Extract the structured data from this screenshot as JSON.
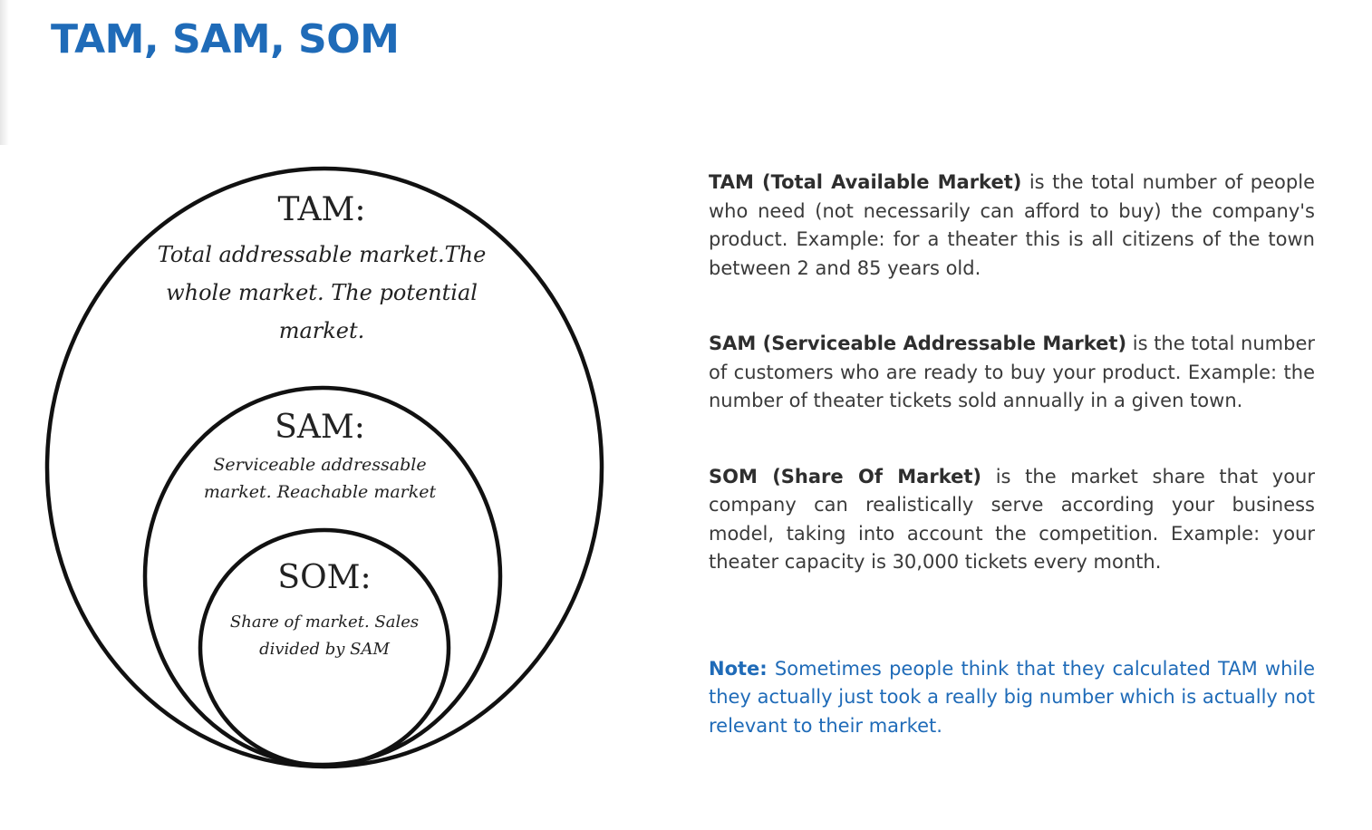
{
  "page": {
    "title": "TAM, SAM, SOM"
  },
  "diagram": {
    "tam": {
      "title": "TAM:",
      "description": "Total addressable market.The whole market. The potential market."
    },
    "sam": {
      "title": "SAM:",
      "description": "Serviceable addressable market. Reachable market"
    },
    "som": {
      "title": "SOM:",
      "description": "Share of market. Sales divided by SAM"
    }
  },
  "definitions": {
    "tam": {
      "term": "TAM (Total Available Market)",
      "text": " is the total number of people who need (not necessarily can afford to buy) the company's product. Example: for a theater this is all citizens of the town between 2 and 85 years old."
    },
    "sam": {
      "term": "SAM (Serviceable Addressable Market)",
      "text": " is the total number of customers who are ready to buy your product. Example: the number of theater tickets sold annually in a given town."
    },
    "som": {
      "term": "SOM (Share Of Market)",
      "text": " is the market share that your company can realistically serve according your business model, taking into account the competition. Example: your theater capacity is 30,000 tickets every month."
    }
  },
  "note": {
    "term": "Note:",
    "text": " Sometimes people think that they calculated TAM while they actually just took a really big number which is actually not relevant to their market."
  },
  "colors": {
    "accent": "#1f6bb8",
    "text": "#3a3a3a",
    "outline": "#111111"
  }
}
